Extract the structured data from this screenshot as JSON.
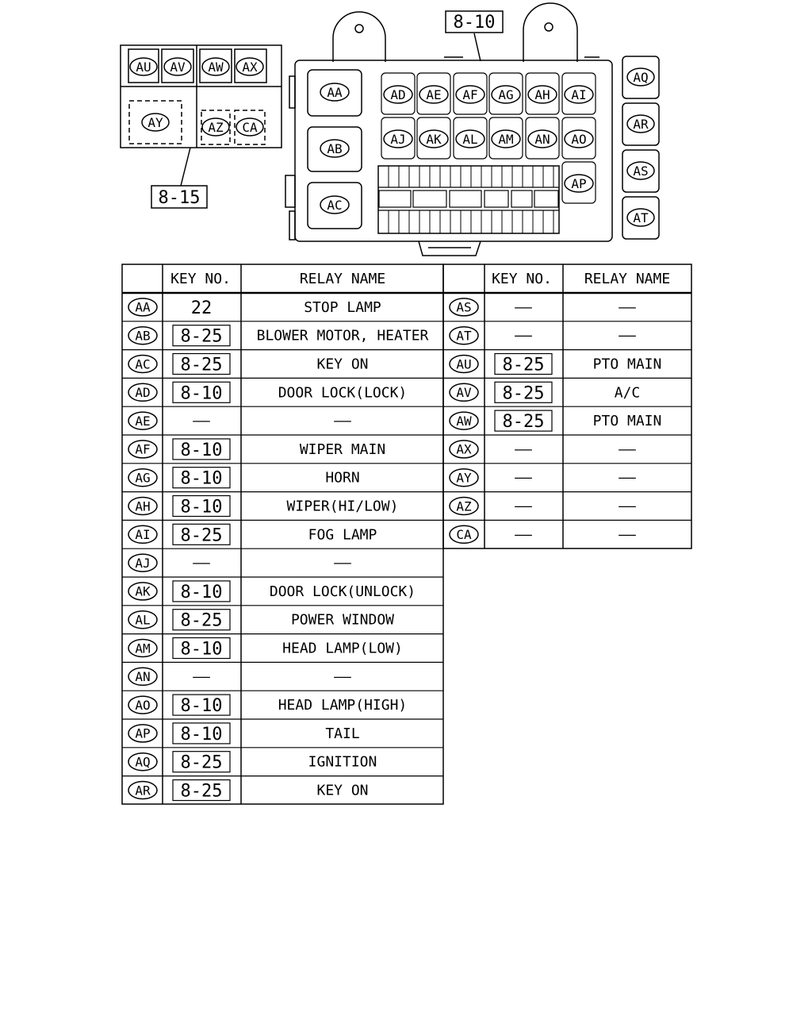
{
  "callouts": {
    "main_box": "8-10",
    "sub_box": "8-15"
  },
  "sub_box_relays": [
    "AU",
    "AV",
    "AW",
    "AX",
    "AY",
    "AZ",
    "CA"
  ],
  "main_box_relays": [
    "AA",
    "AB",
    "AC",
    "AD",
    "AE",
    "AF",
    "AG",
    "AH",
    "AI",
    "AJ",
    "AK",
    "AL",
    "AM",
    "AN",
    "AO",
    "AP"
  ],
  "side_relays": [
    "AQ",
    "AR",
    "AS",
    "AT"
  ],
  "table": {
    "headers": {
      "key_no": "KEY NO.",
      "relay_name": "RELAY NAME"
    },
    "dash": "——",
    "left_rows": [
      {
        "id": "AA",
        "key": "22",
        "key_boxed": false,
        "name": "STOP LAMP"
      },
      {
        "id": "AB",
        "key": "8-25",
        "key_boxed": true,
        "name": "BLOWER MOTOR, HEATER"
      },
      {
        "id": "AC",
        "key": "8-25",
        "key_boxed": true,
        "name": "KEY ON"
      },
      {
        "id": "AD",
        "key": "8-10",
        "key_boxed": true,
        "name": "DOOR LOCK(LOCK)"
      },
      {
        "id": "AE",
        "key": "",
        "key_boxed": false,
        "name": ""
      },
      {
        "id": "AF",
        "key": "8-10",
        "key_boxed": true,
        "name": "WIPER MAIN"
      },
      {
        "id": "AG",
        "key": "8-10",
        "key_boxed": true,
        "name": "HORN"
      },
      {
        "id": "AH",
        "key": "8-10",
        "key_boxed": true,
        "name": "WIPER(HI/LOW)"
      },
      {
        "id": "AI",
        "key": "8-25",
        "key_boxed": true,
        "name": "FOG LAMP"
      },
      {
        "id": "AJ",
        "key": "",
        "key_boxed": false,
        "name": ""
      },
      {
        "id": "AK",
        "key": "8-10",
        "key_boxed": true,
        "name": "DOOR LOCK(UNLOCK)"
      },
      {
        "id": "AL",
        "key": "8-25",
        "key_boxed": true,
        "name": "POWER WINDOW"
      },
      {
        "id": "AM",
        "key": "8-10",
        "key_boxed": true,
        "name": "HEAD LAMP(LOW)"
      },
      {
        "id": "AN",
        "key": "",
        "key_boxed": false,
        "name": ""
      },
      {
        "id": "AO",
        "key": "8-10",
        "key_boxed": true,
        "name": "HEAD LAMP(HIGH)"
      },
      {
        "id": "AP",
        "key": "8-10",
        "key_boxed": true,
        "name": "TAIL"
      },
      {
        "id": "AQ",
        "key": "8-25",
        "key_boxed": true,
        "name": "IGNITION"
      },
      {
        "id": "AR",
        "key": "8-25",
        "key_boxed": true,
        "name": "KEY ON"
      }
    ],
    "right_rows": [
      {
        "id": "AS",
        "key": "",
        "key_boxed": false,
        "name": ""
      },
      {
        "id": "AT",
        "key": "",
        "key_boxed": false,
        "name": ""
      },
      {
        "id": "AU",
        "key": "8-25",
        "key_boxed": true,
        "name": "PTO MAIN"
      },
      {
        "id": "AV",
        "key": "8-25",
        "key_boxed": true,
        "name": "A/C"
      },
      {
        "id": "AW",
        "key": "8-25",
        "key_boxed": true,
        "name": "PTO MAIN"
      },
      {
        "id": "AX",
        "key": "",
        "key_boxed": false,
        "name": ""
      },
      {
        "id": "AY",
        "key": "",
        "key_boxed": false,
        "name": ""
      },
      {
        "id": "AZ",
        "key": "",
        "key_boxed": false,
        "name": ""
      },
      {
        "id": "CA",
        "key": "",
        "key_boxed": false,
        "name": ""
      }
    ]
  }
}
